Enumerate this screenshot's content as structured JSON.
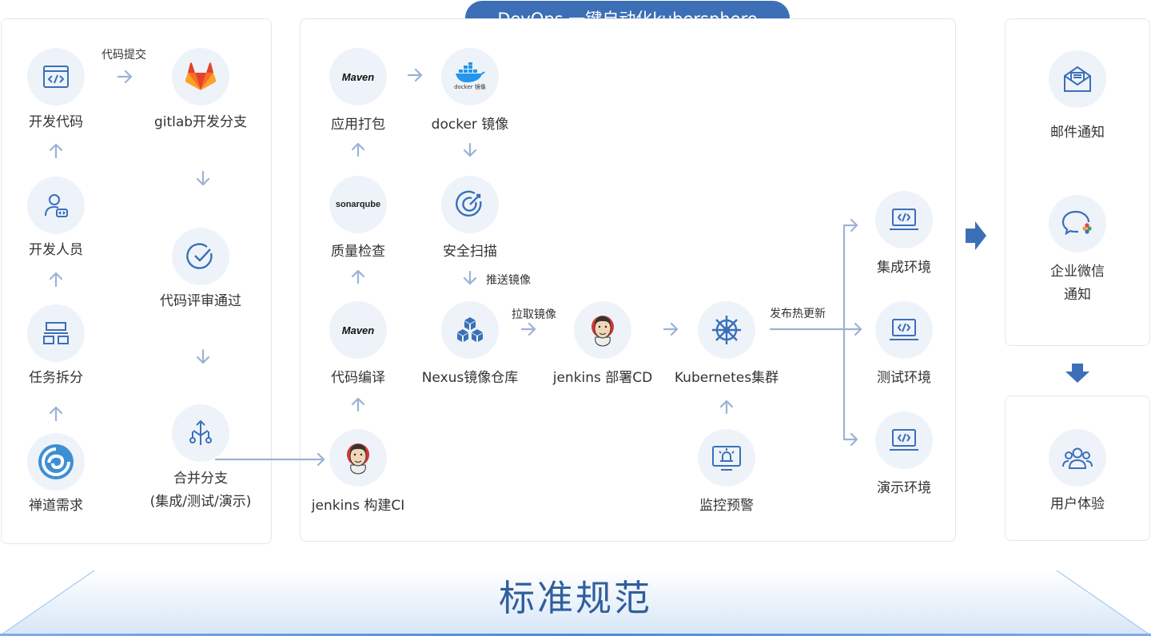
{
  "header": {
    "banner": "DevOps 一键自动化kubersphere"
  },
  "left_panel": {
    "nodes": [
      {
        "label": "开发代码"
      },
      {
        "label": "gitlab开发分支"
      },
      {
        "label": "开发人员"
      },
      {
        "label": "代码评审通过"
      },
      {
        "label": "任务拆分"
      },
      {
        "label": "禅道需求"
      },
      {
        "label": "合并分支"
      }
    ],
    "merge_sub": "(集成/测试/演示)",
    "commit_label": "代码提交"
  },
  "main_panel": {
    "nodes": [
      {
        "label": "应用打包"
      },
      {
        "label": "docker 镜像"
      },
      {
        "label": "质量检查"
      },
      {
        "label": "安全扫描"
      },
      {
        "label": "代码编译"
      },
      {
        "label": "Nexus镜像仓库"
      },
      {
        "label": "jenkins 部署CD"
      },
      {
        "label": "Kubernetes集群"
      },
      {
        "label": "jenkins 构建CI"
      },
      {
        "label": "监控预警"
      }
    ],
    "push_label": "推送镜像",
    "pull_label": "拉取镜像",
    "hot_update_label": "发布热更新",
    "maven_logo": "Maven",
    "sonar_logo": "sonarqube",
    "docker_logo": "docker 镜像",
    "environments": [
      {
        "label": "集成环境"
      },
      {
        "label": "测试环境"
      },
      {
        "label": "演示环境"
      }
    ]
  },
  "right_panel": {
    "notify": [
      {
        "label": "邮件通知"
      },
      {
        "label": "企业微信"
      }
    ],
    "wechat_line2": "通知",
    "user_experience": "用户体验"
  },
  "footer": {
    "title": "标准规范"
  },
  "colors": {
    "accent": "#3c6fb6",
    "arrow": "#9bb2d6",
    "node_bg": "#eef3fa",
    "icon": "#3a70b8"
  }
}
